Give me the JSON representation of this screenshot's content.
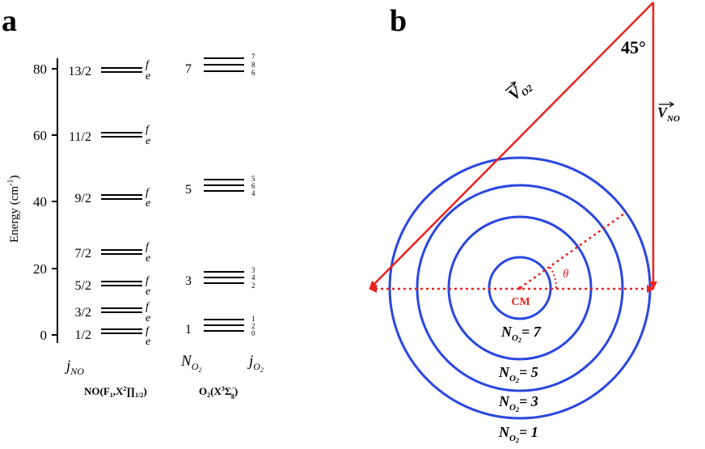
{
  "panel_a": {
    "label": "a",
    "y_axis_label": "Energy (cm",
    "y_axis_unit_sup": "-1",
    "y_axis_label_end": ")",
    "y_ticks": [
      "0",
      "20",
      "40",
      "60",
      "80"
    ],
    "no_levels": [
      {
        "j": "1/2",
        "upper": "f",
        "lower": "e"
      },
      {
        "j": "3/2",
        "upper": "f",
        "lower": "e"
      },
      {
        "j": "5/2",
        "upper": "f",
        "lower": "e"
      },
      {
        "j": "7/2",
        "upper": "f",
        "lower": "e"
      },
      {
        "j": "9/2",
        "upper": "f",
        "lower": "e"
      },
      {
        "j": "11/2",
        "upper": "f",
        "lower": "e"
      },
      {
        "j": "13/2",
        "upper": "f",
        "lower": "e"
      }
    ],
    "o2_levels": [
      {
        "N": "1",
        "j": [
          "1",
          "2",
          "0"
        ]
      },
      {
        "N": "3",
        "j": [
          "3",
          "4",
          "2"
        ]
      },
      {
        "N": "5",
        "j": [
          "5",
          "6",
          "4"
        ]
      },
      {
        "N": "7",
        "j": [
          "7",
          "8",
          "6"
        ]
      }
    ],
    "col_label_jno": "j",
    "col_label_jno_sub": "NO",
    "col_label_no2": "N",
    "col_label_no2_sub": "O",
    "col_label_no2_subsub": "2",
    "col_label_jo2": "j",
    "col_label_jo2_sub": "O",
    "col_label_jo2_subsub": "2",
    "species_no": "NO(F",
    "species_no_sub1": "1",
    "species_no_mid": ",X",
    "species_no_sup": "2",
    "species_no_pi": "∏",
    "species_no_sub2": "1/2",
    "species_no_end": ")",
    "species_o2": "O",
    "species_o2_sub": "2",
    "species_o2_mid": "(X",
    "species_o2_sup": "3",
    "species_o2_sigma": "Σ",
    "species_o2_sup2": "−",
    "species_o2_sub2": "g",
    "species_o2_end": ")"
  },
  "panel_b": {
    "label": "b",
    "angle_label": "45°",
    "v_o2_label": "V",
    "v_o2_sub": "O2",
    "v_no_label": "V",
    "v_no_sub": "NO",
    "theta_label": "θ",
    "cm_label": "CM",
    "ring_labels": [
      {
        "N": "N",
        "sub": "O",
        "subsub": "2",
        "eq": "= 7"
      },
      {
        "N": "N",
        "sub": "O",
        "subsub": "2",
        "eq": "= 5"
      },
      {
        "N": "N",
        "sub": "O",
        "subsub": "2",
        "eq": "= 3"
      },
      {
        "N": "N",
        "sub": "O",
        "subsub": "2",
        "eq": "= 1"
      }
    ],
    "colors": {
      "red": "#e8231e",
      "blue": "#2a46e0",
      "black": "#000000"
    }
  }
}
